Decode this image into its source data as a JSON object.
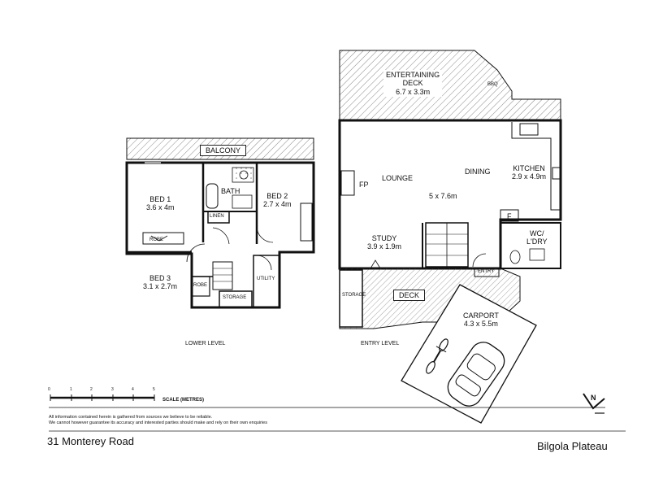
{
  "levels": {
    "lower": "LOWER LEVEL",
    "entry": "ENTRY LEVEL"
  },
  "rooms": {
    "balcony": "BALCONY",
    "bed1": {
      "name": "BED 1",
      "size": "3.6 x 4m"
    },
    "bed2": {
      "name": "BED 2",
      "size": "2.7 x 4m"
    },
    "bed3": {
      "name": "BED 3",
      "size": "3.1 x 2.7m"
    },
    "bath": "BATH",
    "linen": "LINEN",
    "robe": "ROBE",
    "storage": "STORAGE",
    "utility": "UTILITY",
    "entertaining_deck": {
      "name": "ENTERTAINING",
      "sub": "DECK",
      "size": "6.7 x 3.3m"
    },
    "bbq": "BBQ",
    "fp": "FP",
    "lounge": "LOUNGE",
    "dining": "DINING",
    "lounge_dining_size": "5 x 7.6m",
    "kitchen": {
      "name": "KITCHEN",
      "size": "2.9 x 4.9m"
    },
    "fridge": "F",
    "study": {
      "name": "STUDY",
      "size": "3.9 x 1.9m"
    },
    "wc": {
      "line1": "WC/",
      "line2": "L'DRY"
    },
    "entry": "ENTRY",
    "deck": "DECK",
    "carport": {
      "name": "CARPORT",
      "size": "4.3 x 5.5m"
    }
  },
  "scale": {
    "label": "SCALE (METRES)",
    "ticks": [
      "0",
      "1",
      "2",
      "3",
      "4",
      "5"
    ]
  },
  "disclaimer": {
    "line1": "All information contained herein is gathered from sources we believe to be reliable.",
    "line2": "We cannot however guarantee its accuracy and interested parties should make and rely on their own enquiries"
  },
  "north": "N",
  "address": "31 Monterey Road",
  "suburb": "Bilgola Plateau"
}
